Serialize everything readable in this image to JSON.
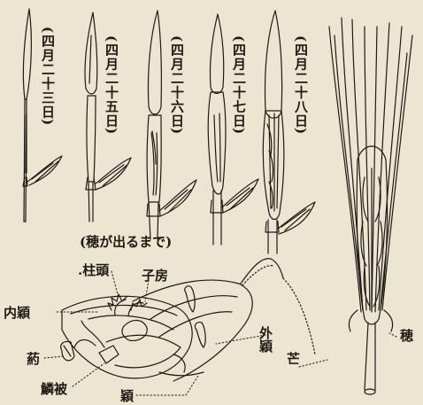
{
  "stage_dates": [
    "(四月二十三日)",
    "(四月二十五日)",
    "(四月二十六日)",
    "(四月二十七日)",
    "(四月二十八日)"
  ],
  "caption": "(穂が出るまで)",
  "flower_labels": {
    "stigma": ".柱頭",
    "ovary": "子房",
    "palea": "内穎",
    "anther": "葯",
    "lodicule": "鱗被",
    "glume": "穎",
    "lemma": "外穎"
  },
  "spike_labels": {
    "awn": "芒",
    "ear": "穂"
  }
}
